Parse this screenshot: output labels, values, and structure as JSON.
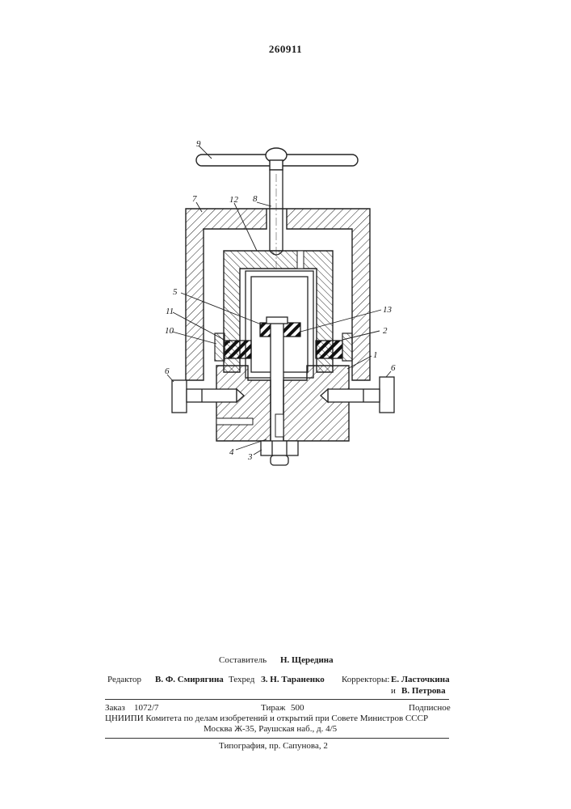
{
  "header": {
    "patent_number": "260911"
  },
  "drawing": {
    "part_labels": [
      "9",
      "7",
      "12",
      "8",
      "5",
      "11",
      "10",
      "13",
      "2",
      "1",
      "6",
      "6",
      "4",
      "3"
    ]
  },
  "colophon": {
    "compiler_label": "Составитель",
    "compiler_name": "Н. Щередина",
    "editor_label": "Редактор",
    "editor_name": "В. Ф. Смирягина",
    "techred_label": "Техред",
    "techred_name": "З. Н. Тараненко",
    "correctors_label": "Корректоры:",
    "corrector1": "Е. Ласточкина",
    "corrector2_prefix": "и",
    "corrector2": "В. Петрова",
    "order_label": "Заказ",
    "order_value": "1072/7",
    "print_run_label": "Тираж",
    "print_run_value": "500",
    "subscription": "Подписное",
    "org_line": "ЦНИИПИ Комитета по делам изобретений и открытий при Совете Министров СССР",
    "address_line": "Москва Ж-35, Раушская наб., д. 4/5",
    "printing_line": "Типография, пр. Сапунова, 2"
  }
}
